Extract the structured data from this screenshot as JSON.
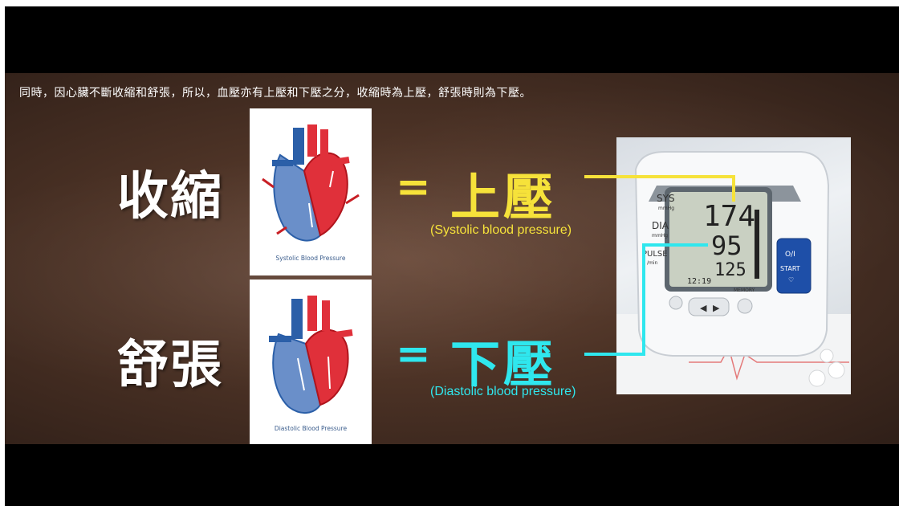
{
  "caption": "同時，因心臟不斷收縮和舒張，所以，血壓亦有上壓和下壓之分，收縮時為上壓，舒張時則為下壓。",
  "systolic": {
    "label": "收縮",
    "equals": "=",
    "pressure": "上壓",
    "english": "(Systolic blood pressure)",
    "card_caption": "Systolic Blood Pressure",
    "color": "#f6e23a"
  },
  "diastolic": {
    "label": "舒張",
    "equals": "=",
    "pressure": "下壓",
    "english": "(Diastolic blood pressure)",
    "card_caption": "Diastolic Blood Pressure",
    "color": "#2fe7ee"
  },
  "monitor": {
    "sys_label": "SYS",
    "sys_unit": "mmHg",
    "dia_label": "DIA",
    "dia_unit": "mmHg",
    "pulse_label": "PULSE",
    "pulse_unit": "/min",
    "sys_value": "174",
    "dia_value": "95",
    "pulse_value": "125",
    "time": "12:19",
    "button_power": "O/I",
    "button_start": "START",
    "button_memory": "MEMORY"
  }
}
